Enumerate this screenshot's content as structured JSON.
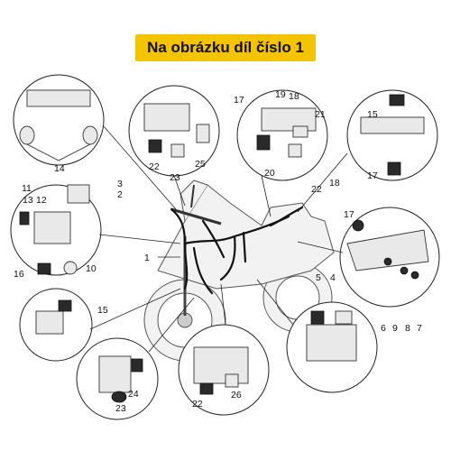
{
  "banner": {
    "text": "Na obrázku díl číslo 1"
  },
  "callouts": [
    "1",
    "2",
    "3",
    "4",
    "5",
    "6",
    "7",
    "8",
    "9",
    "10",
    "11",
    "12",
    "13",
    "14",
    "15",
    "16",
    "17",
    "18",
    "19",
    "20",
    "21",
    "22",
    "23",
    "24",
    "25",
    "26"
  ],
  "colors": {
    "banner": "#f5c400",
    "lines": "#222222",
    "wire": "#111111"
  }
}
